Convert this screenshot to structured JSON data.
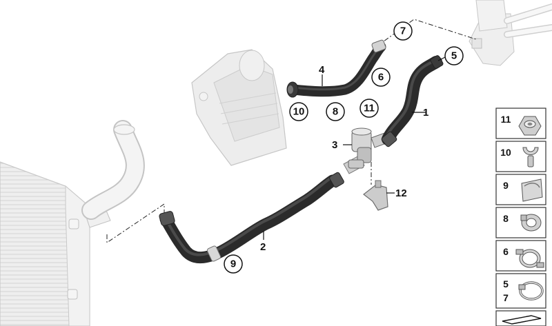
{
  "callouts": {
    "c1": "1",
    "c2": "2",
    "c3": "3",
    "c4": "4",
    "c5": "5",
    "c6": "6",
    "c7": "7",
    "c8": "8",
    "c9": "9",
    "c10": "10",
    "c11": "11",
    "c12": "12"
  },
  "parts_panel": {
    "items": [
      {
        "label": "11"
      },
      {
        "label": "10"
      },
      {
        "label": "9"
      },
      {
        "label": "8"
      },
      {
        "label": "6"
      },
      {
        "label": "5",
        "label2": "7"
      }
    ]
  },
  "colors": {
    "hose": "#2b2b2b",
    "component_gray": "#d9d9d9",
    "outline": "#9a9a9a",
    "text": "#111111"
  }
}
